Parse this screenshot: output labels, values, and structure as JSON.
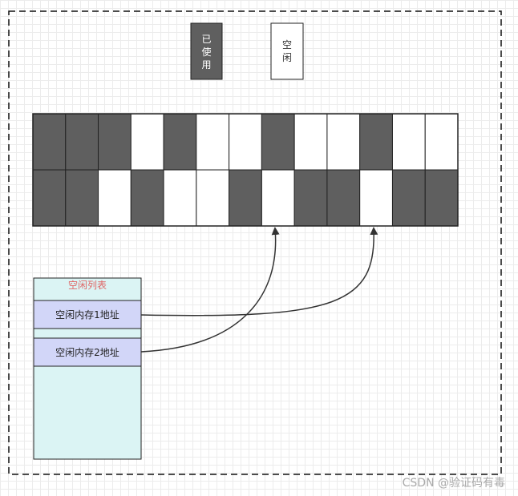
{
  "legend": {
    "used": {
      "chars": [
        "已",
        "使",
        "用"
      ],
      "fill": "#5f5f5f",
      "text_color": "#ffffff"
    },
    "free": {
      "chars": [
        "空",
        "闲"
      ],
      "fill": "#ffffff",
      "text_color": "#333333"
    }
  },
  "memory": {
    "rows": [
      [
        "used",
        "used",
        "used",
        "free",
        "used",
        "free",
        "free",
        "used",
        "free",
        "free",
        "used",
        "free",
        "free"
      ],
      [
        "used",
        "used",
        "free",
        "used",
        "free",
        "free",
        "used",
        "free",
        "used",
        "used",
        "free",
        "used",
        "used"
      ]
    ]
  },
  "free_list": {
    "title": "空闲列表",
    "title_color": "#e06666",
    "entries": [
      "空闲内存1地址",
      "空闲内存2地址"
    ],
    "entry_fill": "#d2d6f8",
    "body_fill": "#dbf4f4"
  },
  "watermark": "CSDN @验证码有毒"
}
